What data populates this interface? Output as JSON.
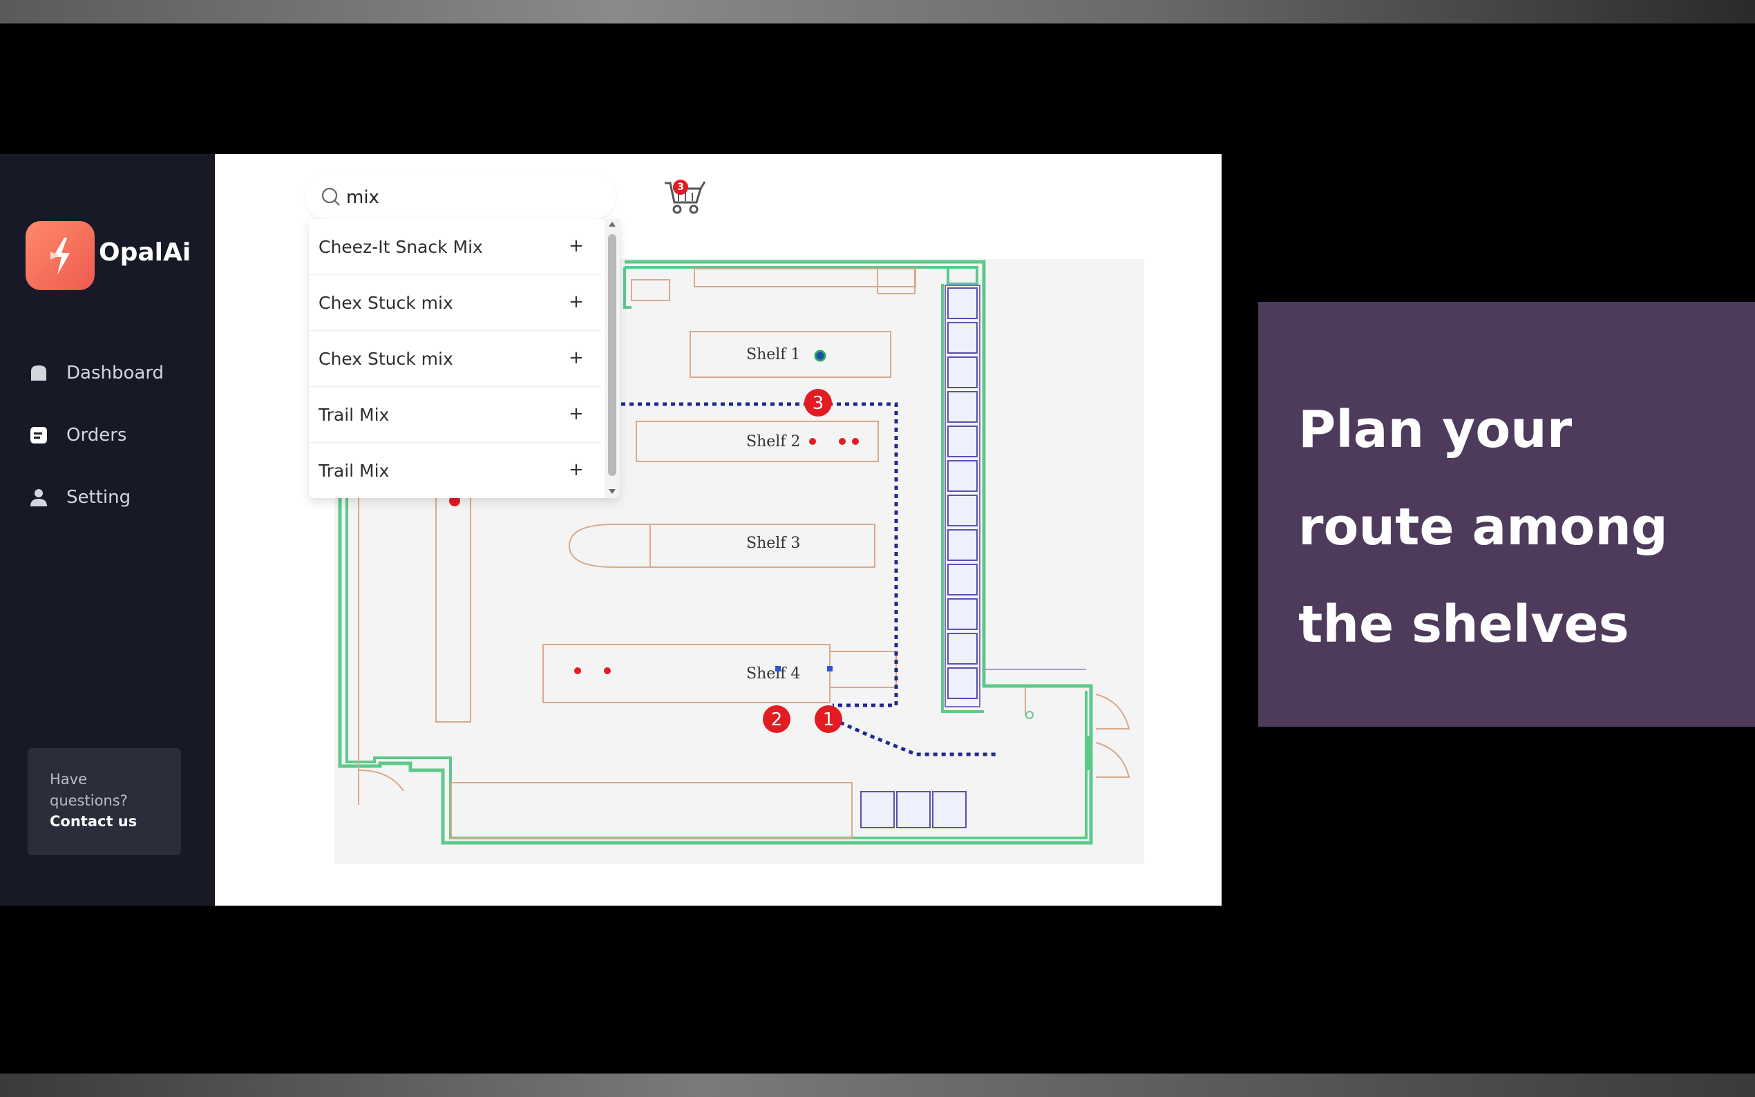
{
  "app": {
    "brand": "OpalAi"
  },
  "sidebar": {
    "items": [
      {
        "label": "Dashboard",
        "icon": "dashboard-icon"
      },
      {
        "label": "Orders",
        "icon": "orders-icon"
      },
      {
        "label": "Setting",
        "icon": "user-icon"
      }
    ],
    "help": {
      "question": "Have questions?",
      "link": "Contact us"
    }
  },
  "search": {
    "value": "mix",
    "results": [
      {
        "label": "Cheez-It Snack Mix",
        "action": "+"
      },
      {
        "label": "Chex Stuck mix",
        "action": "+"
      },
      {
        "label": "Chex Stuck mix",
        "action": "+"
      },
      {
        "label": "Trail Mix",
        "action": "+"
      },
      {
        "label": "Trail Mix",
        "action": "+"
      }
    ]
  },
  "cart": {
    "count": "3"
  },
  "map": {
    "shelves": [
      "Shelf 1",
      "Shelf 2",
      "Shelf 3",
      "Shelf 4"
    ],
    "route_steps": [
      "1",
      "2",
      "3"
    ]
  },
  "promo": {
    "text": "Plan your route among the shelves"
  },
  "colors": {
    "sidebar_bg": "#171a26",
    "promo_bg": "#4e3a5b",
    "wall_green": "#5cc98a",
    "shelf_outline": "#d9a98a",
    "route_blue": "#1d2a8c",
    "marker_red": "#e31b23"
  }
}
